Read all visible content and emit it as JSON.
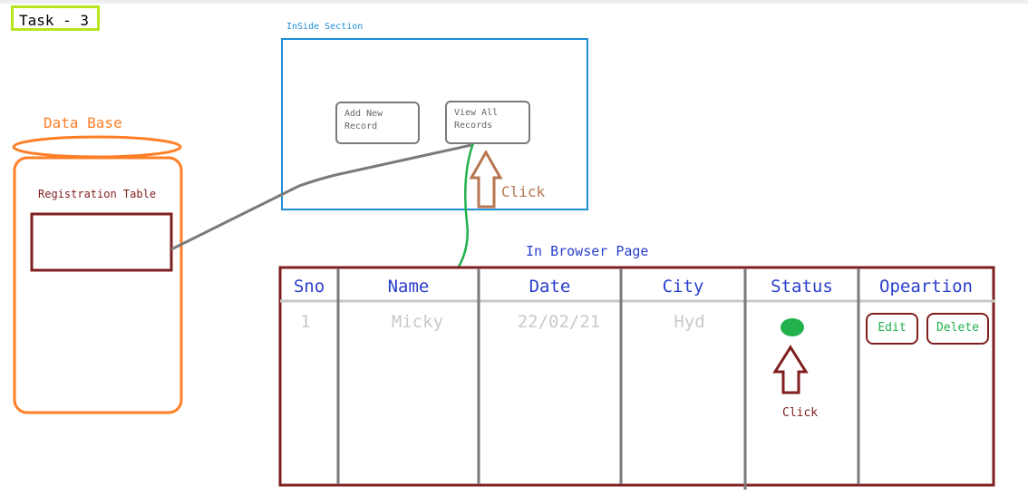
{
  "task": {
    "label": "Task - 3"
  },
  "database": {
    "title": "Data Base",
    "table_label": "Registration Table"
  },
  "inside_section": {
    "title": "InSide Section",
    "add_button": "Add New Record",
    "view_button": "View All Records",
    "click_label": "Click"
  },
  "browser_page": {
    "title": "In Browser Page",
    "columns": [
      "Sno",
      "Name",
      "Date",
      "City",
      "Status",
      "Opeartion"
    ],
    "row": {
      "sno": "1",
      "name": "Micky",
      "date": "22/02/21",
      "city": "Hyd"
    },
    "edit_button": "Edit",
    "delete_button": "Delete",
    "click_label": "Click"
  },
  "colors": {
    "task_border": "#b5e61d",
    "database": "#ff7f27",
    "registration_box": "#7f1f1f",
    "inside_box": "#1f8fd6",
    "table_border": "#7f1f1f",
    "header_text": "#2a3fcc",
    "status_dot": "#22b14c",
    "connector_green": "#22b14c",
    "connector_gray": "#7a7a7a"
  },
  "icons": {
    "status": "status-dot-icon",
    "arrow1": "up-arrow-icon",
    "arrow2": "up-arrow-icon"
  }
}
